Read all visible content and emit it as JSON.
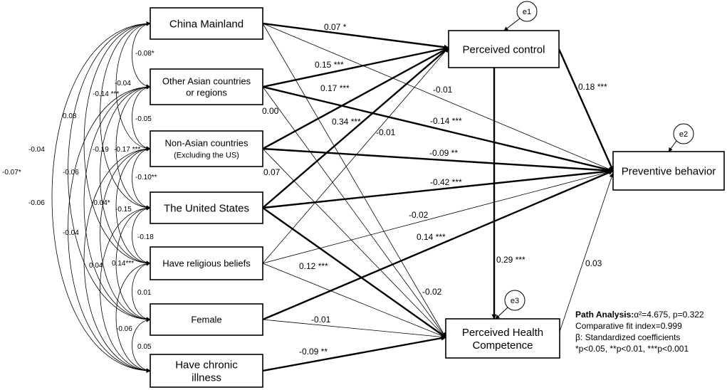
{
  "nodes": {
    "china": [
      "China Mainland"
    ],
    "asian": [
      "Other Asian countries",
      "or regions"
    ],
    "nonasian": [
      "Non-Asian countries",
      "(Excluding the US)"
    ],
    "us": [
      "The United States"
    ],
    "religion": [
      "Have religious beliefs"
    ],
    "female": [
      "Female"
    ],
    "chronic": [
      "Have chronic",
      "illness"
    ],
    "control": [
      "Perceived control"
    ],
    "prevent": [
      "Preventive behavior"
    ],
    "health": [
      "Perceived Health",
      "Competence"
    ]
  },
  "errors": {
    "e1": "e1",
    "e2": "e2",
    "e3": "e3"
  },
  "paths": [
    {
      "id": "china-control",
      "from": "china",
      "to": "control",
      "label": "0.07 *",
      "bold": true
    },
    {
      "id": "china-prevent",
      "from": "china",
      "to": "prevent",
      "label": "-0.01",
      "bold": false
    },
    {
      "id": "china-health",
      "from": "china",
      "to": "health",
      "label": "0.00",
      "bold": false
    },
    {
      "id": "asian-control",
      "from": "asian",
      "to": "control",
      "label": "0.15 ***",
      "bold": true
    },
    {
      "id": "asian-prevent",
      "from": "asian",
      "to": "prevent",
      "label": "-0.14 ***",
      "bold": true
    },
    {
      "id": "asian-health",
      "from": "asian",
      "to": "health",
      "label": "",
      "bold": false
    },
    {
      "id": "nonasian-control",
      "from": "nonasian",
      "to": "control",
      "label": "0.17 ***",
      "bold": true
    },
    {
      "id": "nonasian-prevent",
      "from": "nonasian",
      "to": "prevent",
      "label": "-0.09 **",
      "bold": true
    },
    {
      "id": "nonasian-health",
      "from": "nonasian",
      "to": "health",
      "label": "0.07",
      "bold": false
    },
    {
      "id": "us-control",
      "from": "us",
      "to": "control",
      "label": "0.34 ***",
      "bold": true
    },
    {
      "id": "us-prevent",
      "from": "us",
      "to": "prevent",
      "label": "-0.42 ***",
      "bold": true
    },
    {
      "id": "us-health",
      "from": "us",
      "to": "health",
      "label": "0.12 ***",
      "bold": true
    },
    {
      "id": "religion-control",
      "from": "religion",
      "to": "control",
      "label": "-0.01",
      "bold": false
    },
    {
      "id": "religion-prevent",
      "from": "religion",
      "to": "prevent",
      "label": "-0.02",
      "bold": false
    },
    {
      "id": "religion-health",
      "from": "religion",
      "to": "health",
      "label": "-0.02",
      "bold": false
    },
    {
      "id": "female-prevent",
      "from": "female",
      "to": "prevent",
      "label": "0.14 ***",
      "bold": true
    },
    {
      "id": "female-health",
      "from": "female",
      "to": "health",
      "label": "-0.01",
      "bold": false
    },
    {
      "id": "chronic-health",
      "from": "chronic",
      "to": "health",
      "label": "-0.09 **",
      "bold": true
    },
    {
      "id": "control-prevent",
      "from": "control",
      "to": "prevent",
      "label": "0.18 ***",
      "bold": true
    },
    {
      "id": "control-health",
      "from": "control",
      "to": "health",
      "label": "0.29 ***",
      "bold": true
    },
    {
      "id": "health-prevent",
      "from": "health",
      "to": "prevent",
      "label": "0.03",
      "bold": false
    }
  ],
  "correlations": [
    {
      "id": "china-asian",
      "a": "china",
      "b": "asian",
      "label": "-0.08*"
    },
    {
      "id": "china-nonasian",
      "a": "china",
      "b": "nonasian",
      "label": "-0.04"
    },
    {
      "id": "china-us",
      "a": "china",
      "b": "us",
      "label": "-0.14 ***"
    },
    {
      "id": "china-religion",
      "a": "china",
      "b": "religion",
      "label": "0.08"
    },
    {
      "id": "china-female",
      "a": "china",
      "b": "female",
      "label": "-0.04"
    },
    {
      "id": "china-chronic",
      "a": "china",
      "b": "chronic",
      "label": "-0.07*"
    },
    {
      "id": "asian-nonasian",
      "a": "asian",
      "b": "nonasian",
      "label": "-0.05"
    },
    {
      "id": "asian-us",
      "a": "asian",
      "b": "us",
      "label": "-0.17 ***"
    },
    {
      "id": "asian-religion",
      "a": "asian",
      "b": "religion",
      "label": "-0.19"
    },
    {
      "id": "asian-female",
      "a": "asian",
      "b": "female",
      "label": "-0.06"
    },
    {
      "id": "asian-chronic",
      "a": "asian",
      "b": "chronic",
      "label": "-0.06"
    },
    {
      "id": "nonasian-us",
      "a": "nonasian",
      "b": "us",
      "label": "-0.10**"
    },
    {
      "id": "nonasian-religion",
      "a": "nonasian",
      "b": "religion",
      "label": "-0.04*"
    },
    {
      "id": "nonasian-female",
      "a": "nonasian",
      "b": "female",
      "label": "-0.15"
    },
    {
      "id": "nonasian-chronic",
      "a": "nonasian",
      "b": "chronic",
      "label": "-0.04"
    },
    {
      "id": "us-religion",
      "a": "us",
      "b": "religion",
      "label": "-0.18"
    },
    {
      "id": "us-female",
      "a": "us",
      "b": "female",
      "label": "0.14***"
    },
    {
      "id": "us-chronic",
      "a": "us",
      "b": "chronic",
      "label": "0.04"
    },
    {
      "id": "religion-female",
      "a": "religion",
      "b": "female",
      "label": "0.01"
    },
    {
      "id": "religion-chronic",
      "a": "religion",
      "b": "chronic",
      "label": "-0.06"
    },
    {
      "id": "female-chronic",
      "a": "female",
      "b": "chronic",
      "label": "0.05"
    }
  ],
  "notes": {
    "fit_heading": "Path Analysis:",
    "fit_stats": "α²=4.675, p=0.322",
    "cfi": "Comparative fit index=0.999",
    "beta": "β: Standardized coefficients",
    "sig": "*p<0.05, **p<0.01, ***p<0.001"
  }
}
